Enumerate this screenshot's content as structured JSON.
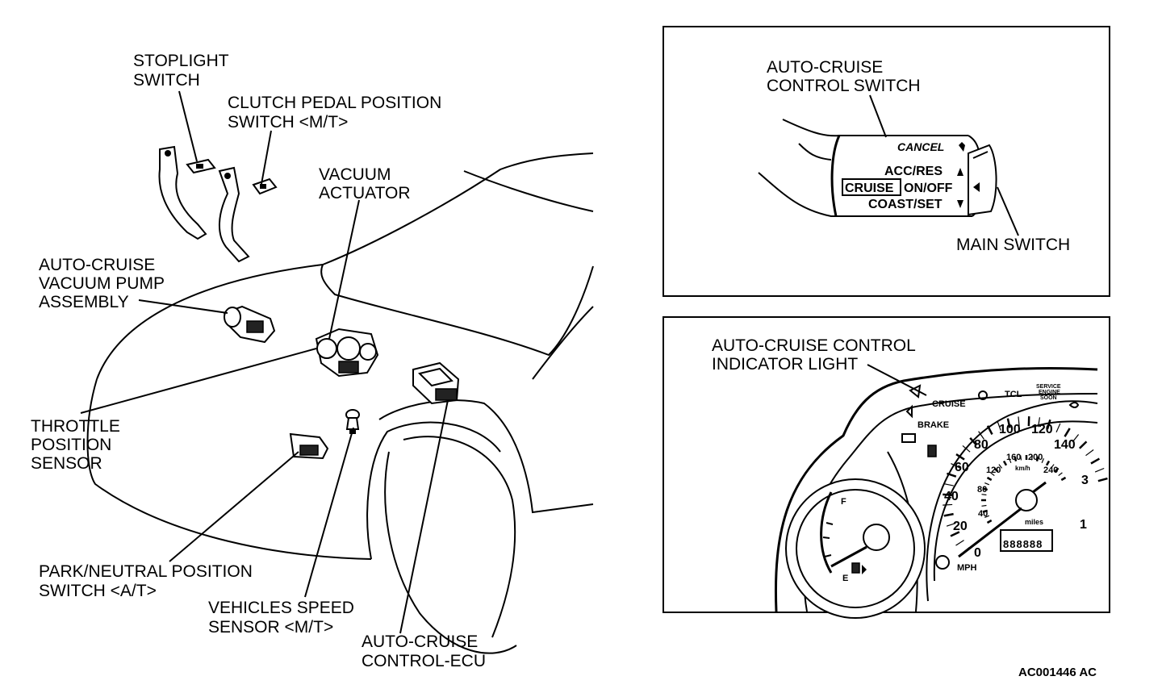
{
  "labels": {
    "stoplight_1": "STOPLIGHT",
    "stoplight_2": "SWITCH",
    "clutch_1": "CLUTCH PEDAL POSITION",
    "clutch_2": "SWITCH <M/T>",
    "vacuum_1": "VACUUM",
    "vacuum_2": "ACTUATOR",
    "pump_1": "AUTO-CRUISE",
    "pump_2": "VACUUM PUMP",
    "pump_3": "ASSEMBLY",
    "throttle_1": "THROTTLE",
    "throttle_2": "POSITION",
    "throttle_3": "SENSOR",
    "park_1": "PARK/NEUTRAL POSITION",
    "park_2": "SWITCH <A/T>",
    "speed_1": "VEHICLES SPEED",
    "speed_2": "SENSOR <M/T>",
    "ecu_1": "AUTO-CRUISE",
    "ecu_2": "CONTROL-ECU",
    "ccs_1": "AUTO-CRUISE",
    "ccs_2": "CONTROL SWITCH",
    "main_switch": "MAIN SWITCH",
    "indicator_1": "AUTO-CRUISE CONTROL",
    "indicator_2": "INDICATOR LIGHT",
    "figure_code": "AC001446 AC"
  },
  "switch_face": {
    "cancel": "CANCEL",
    "acc_res": "ACC/RES",
    "cruise": "CRUISE",
    "on_off": "ON/OFF",
    "coast_set": "COAST/SET"
  },
  "cluster": {
    "cruise": "CRUISE",
    "brake": "BRAKE",
    "tcl": "TCL",
    "service_1": "SERVICE",
    "service_2": "ENGINE",
    "service_3": "SOON",
    "mph_unit": "MPH",
    "kmh_unit": "km/h",
    "miles_unit": "miles",
    "odometer": "888888",
    "fuel_full": "F",
    "fuel_empty": "E",
    "mph_ticks": [
      "0",
      "20",
      "40",
      "60",
      "80",
      "100",
      "120",
      "140"
    ],
    "kmh_ticks": [
      "40",
      "80",
      "120",
      "160",
      "200",
      "240"
    ]
  }
}
